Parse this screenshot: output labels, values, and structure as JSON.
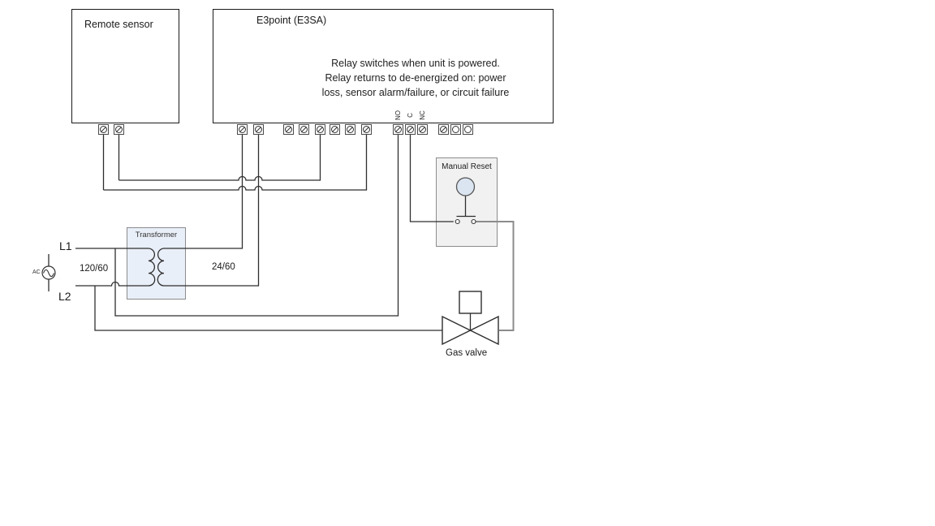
{
  "remote_sensor": {
    "label": "Remote sensor"
  },
  "e3point": {
    "label": "E3point (E3SA)",
    "note": {
      "line1": "Relay switches when unit is powered.",
      "line2": "Relay returns to de-energized on: power",
      "line3": "loss, sensor alarm/failure, or circuit failure"
    },
    "relay_terminals": {
      "no": "NO",
      "c": "C",
      "nc": "NC"
    }
  },
  "power": {
    "l1": "L1",
    "l2": "L2",
    "ac": "AC",
    "primary_rating": "120/60",
    "secondary_rating": "24/60"
  },
  "transformer": {
    "label": "Transformer"
  },
  "manual_reset": {
    "label": "Manual Reset"
  },
  "gas_valve": {
    "label": "Gas valve"
  },
  "colors": {
    "wire": "#2e2e2e",
    "gray_wire": "#8c8c8c",
    "box_border": "#1a1a1a",
    "component_border": "#8c8c8c",
    "transformer_fill": "#e9eff8",
    "reset_fill": "#f1f1f1",
    "button_fill": "#dbe5f2"
  }
}
